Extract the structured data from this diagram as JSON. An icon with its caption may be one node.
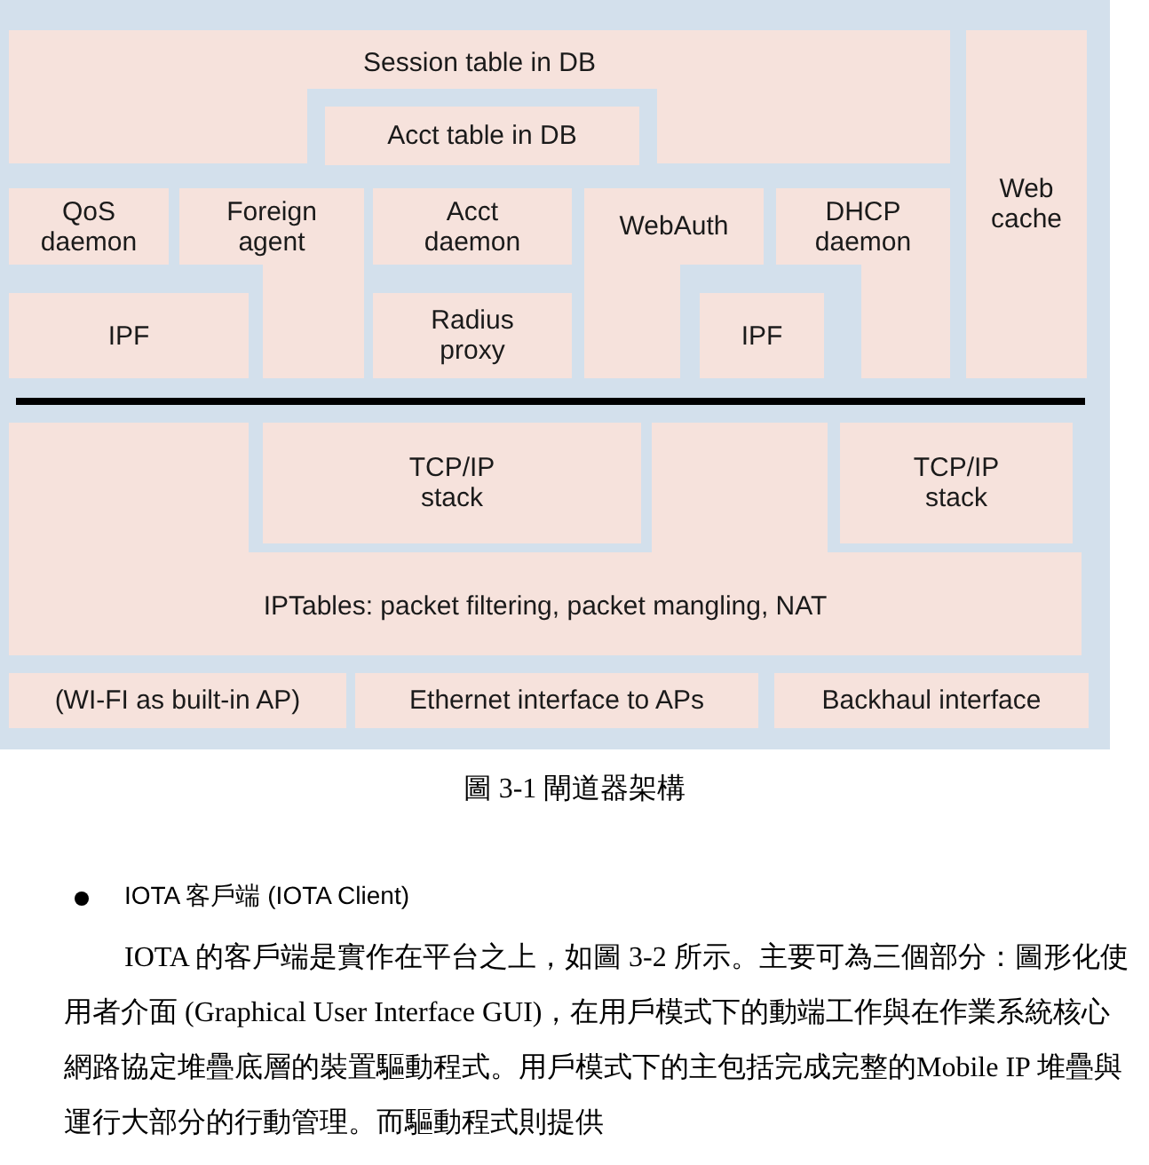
{
  "diagram": {
    "caption": "圖 3-1 閘道器架構",
    "nodes": [
      {
        "text": [
          "Session table in DB"
        ]
      },
      {
        "text": [
          "Web cache"
        ]
      },
      {
        "text": [
          "Acct table in DB"
        ]
      },
      {
        "text": [
          "QoS daemon"
        ]
      },
      {
        "text": [
          "Foreign agent"
        ]
      },
      {
        "text": [
          "Acct daemon"
        ]
      },
      {
        "text": [
          "WebAuth"
        ]
      },
      {
        "text": [
          "DHCP daemon"
        ]
      },
      {
        "text": [
          "IPF"
        ]
      },
      {
        "text": [
          "Radius proxy"
        ]
      },
      {
        "text": [
          "IPF"
        ]
      },
      {
        "text": [
          "TCP/IP stack"
        ]
      },
      {
        "text": [
          "TCP/IP stack"
        ]
      },
      {
        "text": [
          "IPTables: packet filtering, packet mangling, NAT"
        ]
      },
      {
        "text": [
          "(WI-FI as built-in AP)"
        ]
      },
      {
        "text": [
          "Ethernet interface to APs"
        ]
      },
      {
        "text": [
          "Backhaul interface"
        ]
      }
    ],
    "labels": [
      "IOTA 客戶端 (IOTA Client)",
      "IOTA 的客戶端是實作在平台之上，如圖 3-2 所示。主要可為三個部分：圖形化使用者介面 (Graphical User Interface GUI)，在用戶模式下的動端工作與在作業系統核心網路協定堆疊底層的裝置驅動程式。用戶模式下的主包括完成完整的Mobile IP 堆疊與運行大部分的行動管理。而驅動程式則提供"
    ]
  }
}
